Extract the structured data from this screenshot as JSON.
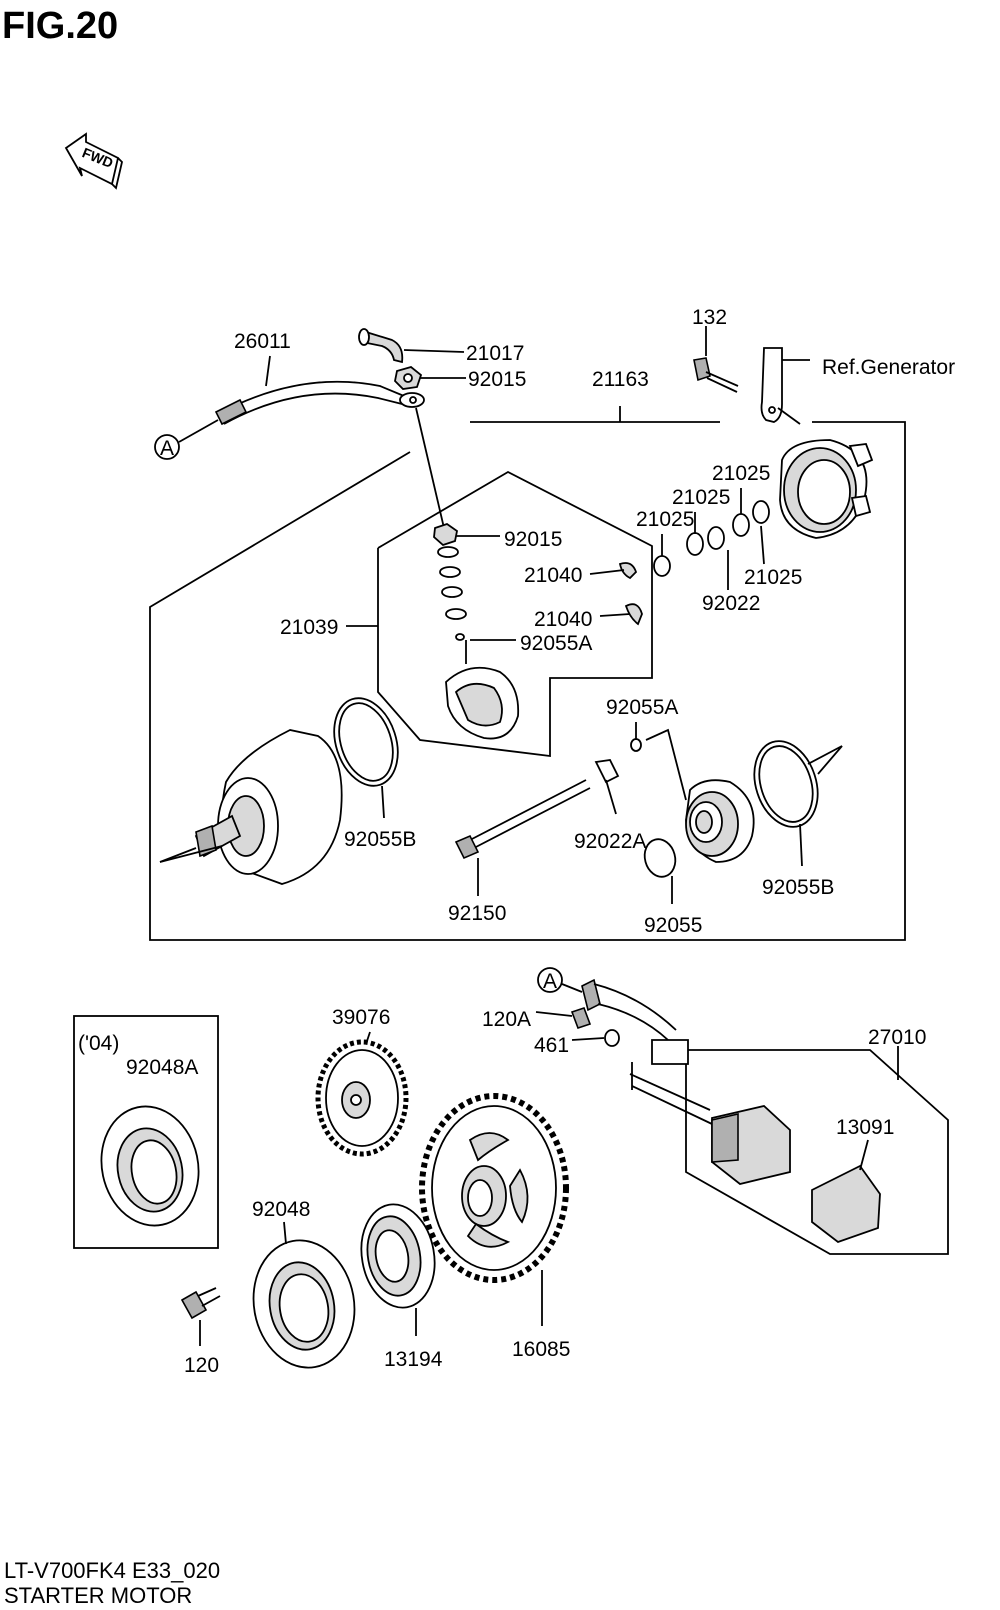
{
  "figure": {
    "title": "FIG.20",
    "model_code": "LT-V700FK4 E33_020",
    "section_name": "STARTER MOTOR",
    "fwd_text": "FWD",
    "ref_generator": "Ref.Generator",
    "year_note": "('04)",
    "ref_marker": "A"
  },
  "parts": [
    {
      "id": "p-132",
      "label": "132"
    },
    {
      "id": "p-26011",
      "label": "26011"
    },
    {
      "id": "p-21017",
      "label": "21017"
    },
    {
      "id": "p-92015-a",
      "label": "92015"
    },
    {
      "id": "p-21163",
      "label": "21163"
    },
    {
      "id": "p-21025-a",
      "label": "21025"
    },
    {
      "id": "p-21025-b",
      "label": "21025"
    },
    {
      "id": "p-21025-c",
      "label": "21025"
    },
    {
      "id": "p-21025-d",
      "label": "21025"
    },
    {
      "id": "p-92015-b",
      "label": "92015"
    },
    {
      "id": "p-21040-a",
      "label": "21040"
    },
    {
      "id": "p-92022",
      "label": "92022"
    },
    {
      "id": "p-21039",
      "label": "21039"
    },
    {
      "id": "p-21040-b",
      "label": "21040"
    },
    {
      "id": "p-92055A-a",
      "label": "92055A"
    },
    {
      "id": "p-92055A-b",
      "label": "92055A"
    },
    {
      "id": "p-92055B-a",
      "label": "92055B"
    },
    {
      "id": "p-92022A",
      "label": "92022A"
    },
    {
      "id": "p-92055B-b",
      "label": "92055B"
    },
    {
      "id": "p-92150",
      "label": "92150"
    },
    {
      "id": "p-92055",
      "label": "92055"
    },
    {
      "id": "p-39076",
      "label": "39076"
    },
    {
      "id": "p-120A",
      "label": "120A"
    },
    {
      "id": "p-27010",
      "label": "27010"
    },
    {
      "id": "p-461",
      "label": "461"
    },
    {
      "id": "p-92048A",
      "label": "92048A"
    },
    {
      "id": "p-13091",
      "label": "13091"
    },
    {
      "id": "p-92048",
      "label": "92048"
    },
    {
      "id": "p-16085",
      "label": "16085"
    },
    {
      "id": "p-13194",
      "label": "13194"
    },
    {
      "id": "p-120",
      "label": "120"
    }
  ]
}
